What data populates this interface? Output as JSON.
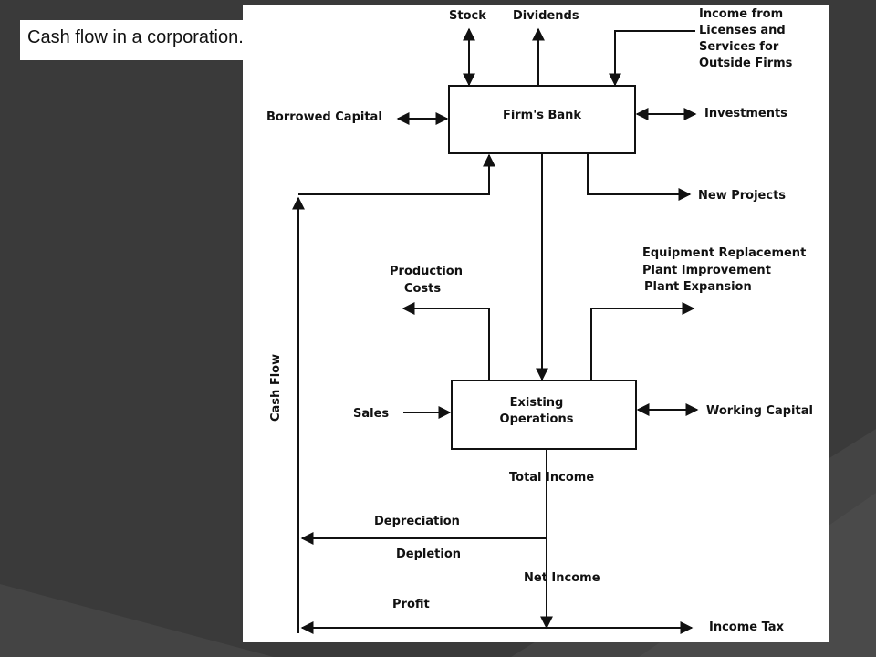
{
  "caption": "Cash flow in a corporation.",
  "nodes": {
    "firms_bank": "Firm's Bank",
    "existing_operations": [
      "Existing",
      "Operations"
    ]
  },
  "labels": {
    "stock": "Stock",
    "dividends": "Dividends",
    "income_from": [
      "Income from",
      "Licenses and",
      "Services for",
      "Outside Firms"
    ],
    "borrowed_capital": "Borrowed Capital",
    "investments": "Investments",
    "new_projects": "New Projects",
    "production_costs": [
      "Production",
      "Costs"
    ],
    "equipment": [
      "Equipment Replacement",
      "Plant Improvement",
      "Plant Expansion"
    ],
    "sales": "Sales",
    "working_capital": "Working Capital",
    "total_income": "Total Income",
    "depreciation": "Depreciation",
    "depletion": "Depletion",
    "net_income": "Net Income",
    "profit": "Profit",
    "income_tax": "Income Tax",
    "cash_flow": "Cash Flow"
  },
  "colors": {
    "background": "#3a3a3a",
    "panel": "#ffffff",
    "ink": "#111111"
  }
}
